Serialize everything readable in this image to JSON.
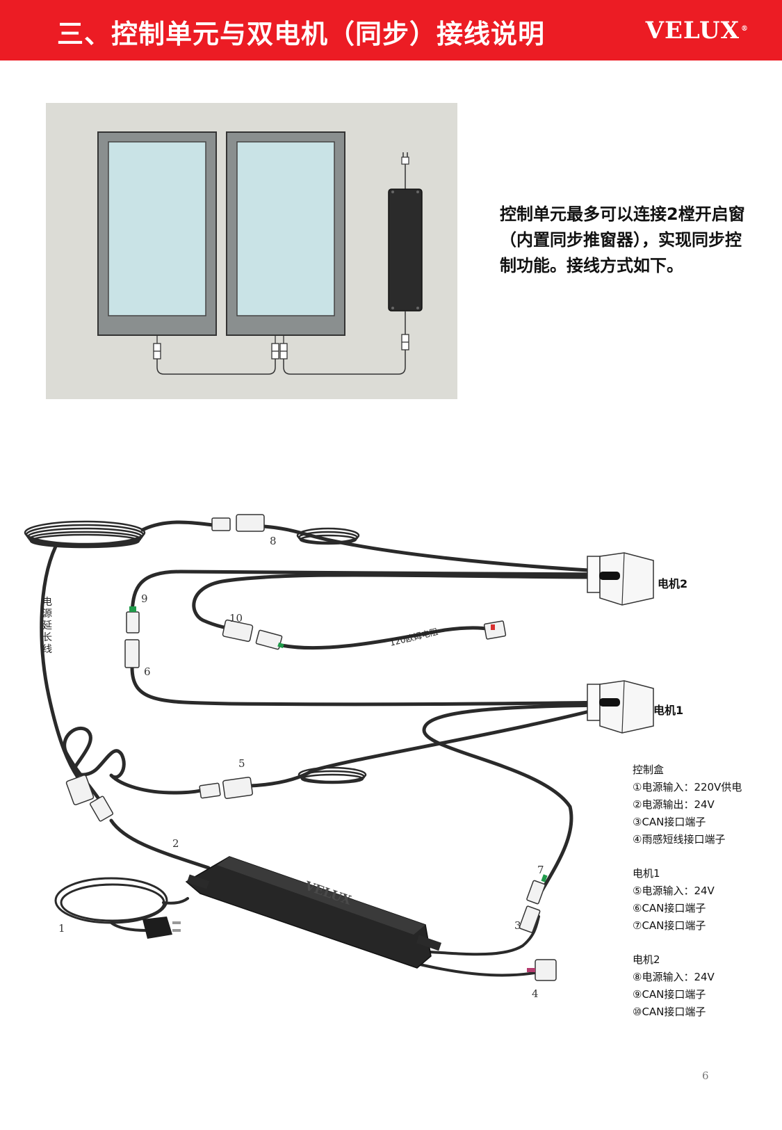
{
  "header": {
    "title": "三、控制单元与双电机（同步）接线说明",
    "brand": "VELUX",
    "brand_mark": "®"
  },
  "intro_text": "控制单元最多可以连接2樘开启窗（内置同步推窗器），实现同步控制功能。接线方式如下。",
  "diagram": {
    "wire_numbers": [
      "1",
      "2",
      "3",
      "4",
      "5",
      "6",
      "7",
      "8",
      "9",
      "10"
    ],
    "extension_cable_label": "电源延长线",
    "resistor_label": "120欧姆电阻",
    "motor2_label": "电机2",
    "motor1_label": "电机1",
    "control_box_brand": "VELUX"
  },
  "legend": {
    "groups": [
      {
        "title": "控制盒",
        "items": [
          "①电源输入：220V供电",
          "②电源输出：24V",
          "③CAN接口端子",
          "④雨感短线接口端子"
        ]
      },
      {
        "title": "电机1",
        "items": [
          "⑤电源输入：24V",
          "⑥CAN接口端子",
          "⑦CAN接口端子"
        ]
      },
      {
        "title": "电机2",
        "items": [
          "⑧电源输入：24V",
          "⑨CAN接口端子",
          "⑩CAN接口端子"
        ]
      }
    ]
  },
  "page_number": "6",
  "colors": {
    "header_red": "#ec1c24",
    "schematic_bg": "#dcdcd6",
    "window_frame": "#8a8f8f",
    "window_glass": "#c9e3e6",
    "cable": "#2a2a2a"
  }
}
